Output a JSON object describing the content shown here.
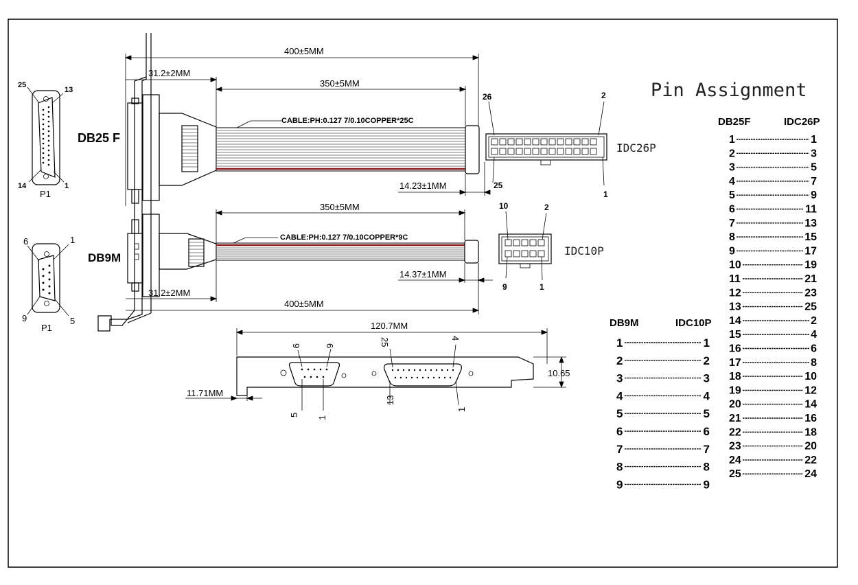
{
  "title": "Pin Assignment",
  "dimensions": {
    "overall_length_top": "400±5MM",
    "bracket_offset_top": "31.2±2MM",
    "cable_length_top": "350±5MM",
    "idc26_offset": "14.23±1MM",
    "cable_length_bottom": "350±5MM",
    "idc10_offset": "14.37±1MM",
    "bracket_offset_bottom": "31.2±2MM",
    "overall_length_bottom": "400±5MM",
    "bracket_width": "120.7MM",
    "bracket_height": "10.65",
    "bracket_tab": "11.71MM"
  },
  "cables": {
    "db25": "CABLE:PH:0.127  7/0.10COPPER*25C",
    "db9": "CABLE:PH:0.127  7/0.10COPPER*9C"
  },
  "connectors": {
    "db25_label": "DB25 F",
    "db9_label": "DB9M",
    "idc26_label": "IDC26P",
    "idc10_label": "IDC10P",
    "p1_a": "P1",
    "p1_b": "P1"
  },
  "pin_numbers": {
    "db25_top_left": "25",
    "db25_top_right": "13",
    "db25_bottom_left": "14",
    "db25_bottom_right": "1",
    "db9_top_left": "6",
    "db9_top_right": "1",
    "db9_bottom_left": "9",
    "db9_bottom_right": "5",
    "idc26_top_left": "26",
    "idc26_top_right": "2",
    "idc26_bottom_left": "25",
    "idc26_bottom_right": "1",
    "idc10_top_left": "10",
    "idc10_top_right": "2",
    "idc10_bottom_left": "9",
    "idc10_bottom_right": "1",
    "bracket_db9_9": "9",
    "bracket_db9_6": "6",
    "bracket_db9_5": "5",
    "bracket_db9_1": "1",
    "bracket_db25_25": "25",
    "bracket_db25_4": "4",
    "bracket_db25_13": "13",
    "bracket_db25_1": "1"
  },
  "table_db25": {
    "header_left": "DB25F",
    "header_right": "IDC26P",
    "rows": [
      [
        "1",
        "1"
      ],
      [
        "2",
        "3"
      ],
      [
        "3",
        "5"
      ],
      [
        "4",
        "7"
      ],
      [
        "5",
        "9"
      ],
      [
        "6",
        "11"
      ],
      [
        "7",
        "13"
      ],
      [
        "8",
        "15"
      ],
      [
        "9",
        "17"
      ],
      [
        "10",
        "19"
      ],
      [
        "11",
        "21"
      ],
      [
        "12",
        "23"
      ],
      [
        "13",
        "25"
      ],
      [
        "14",
        "2"
      ],
      [
        "15",
        "4"
      ],
      [
        "16",
        "6"
      ],
      [
        "17",
        "8"
      ],
      [
        "18",
        "10"
      ],
      [
        "19",
        "12"
      ],
      [
        "20",
        "14"
      ],
      [
        "21",
        "16"
      ],
      [
        "22",
        "18"
      ],
      [
        "23",
        "20"
      ],
      [
        "24",
        "22"
      ],
      [
        "25",
        "24"
      ]
    ]
  },
  "table_db9": {
    "header_left": "DB9M",
    "header_right": "IDC10P",
    "rows": [
      [
        "1",
        "1"
      ],
      [
        "2",
        "2"
      ],
      [
        "3",
        "3"
      ],
      [
        "4",
        "4"
      ],
      [
        "5",
        "5"
      ],
      [
        "6",
        "6"
      ],
      [
        "7",
        "7"
      ],
      [
        "8",
        "8"
      ],
      [
        "9",
        "9"
      ]
    ]
  }
}
